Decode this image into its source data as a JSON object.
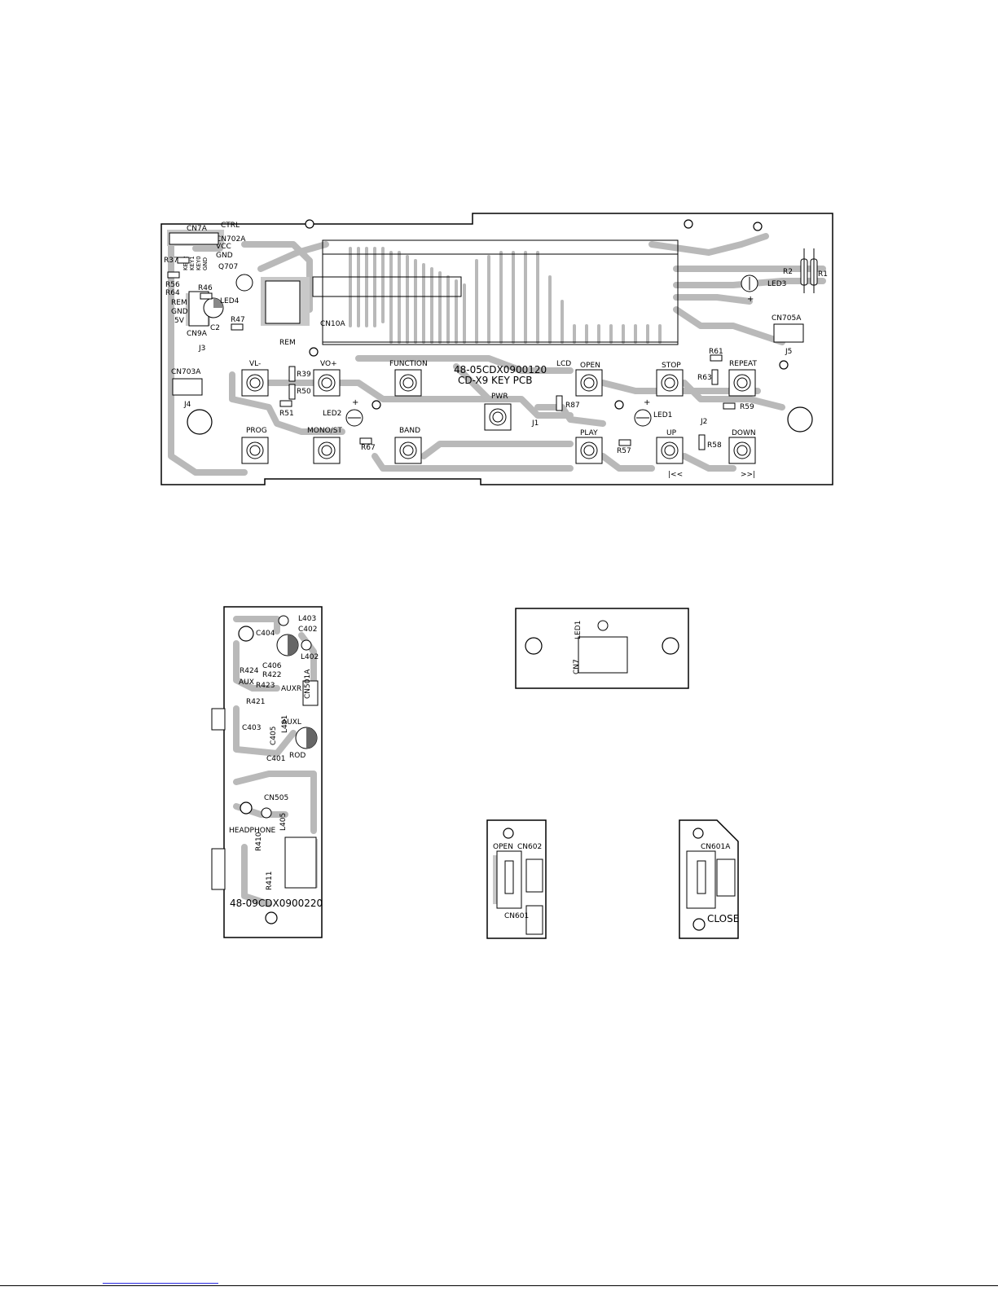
{
  "main_board": {
    "pcb_code": "48-05CDX0900120",
    "pcb_name": "CD-X9 KEY PCB",
    "keys": [
      {
        "label": "VL-"
      },
      {
        "label": "VO+"
      },
      {
        "label": "FUNCTION"
      },
      {
        "label": "LCD"
      },
      {
        "label": "OPEN"
      },
      {
        "label": "STOP"
      },
      {
        "label": "REPEAT"
      },
      {
        "label": "PWR"
      },
      {
        "label": "PROG"
      },
      {
        "label": "MONO/ST"
      },
      {
        "label": "BAND"
      },
      {
        "label": "PLAY"
      },
      {
        "label": "UP"
      },
      {
        "label": "DOWN"
      }
    ],
    "key_symbols": {
      "up": "|<<",
      "down": ">>|"
    },
    "connectors": [
      "CN7A",
      "CTRL",
      "CN702A",
      "CN9A",
      "CN10A",
      "CN703A",
      "CN705A"
    ],
    "cn702a_pins": [
      "VCC",
      "GND"
    ],
    "cn9a_pins": [
      "REM",
      "GND",
      "5V"
    ],
    "rem_label": "REM",
    "jumpers": [
      "J1",
      "J2",
      "J3",
      "J4",
      "J5"
    ],
    "leds": [
      "LED1",
      "LED2",
      "LED3",
      "LED4"
    ],
    "transistor": "Q707",
    "capacitor": "C2",
    "resistors": [
      "R37",
      "R56",
      "R64",
      "R46",
      "R47",
      "R39",
      "R50",
      "R51",
      "R67",
      "R87",
      "R57",
      "R58",
      "R59",
      "R61",
      "R63",
      "R1",
      "R2"
    ],
    "key_pins": [
      "KEY2",
      "KEY1",
      "KEY0",
      "GND"
    ]
  },
  "aux_board": {
    "pcb_code": "48-09CDX0900220",
    "labels": [
      "L403",
      "C402",
      "C404",
      "L402",
      "C406",
      "R424",
      "R422",
      "AUX",
      "R423",
      "AUXR",
      "R421",
      "CN501A",
      "AUXL",
      "C403",
      "C405",
      "L401",
      "C401",
      "ROD",
      "CN505",
      "L405",
      "HEADPHONE",
      "R410",
      "R411"
    ]
  },
  "led_board": {
    "labels": [
      "LED1",
      "CN7"
    ]
  },
  "open_board": {
    "labels": [
      "OPEN",
      "CN602",
      "CN601"
    ]
  },
  "close_board": {
    "labels": [
      "CN601A",
      "CLOSE"
    ]
  }
}
